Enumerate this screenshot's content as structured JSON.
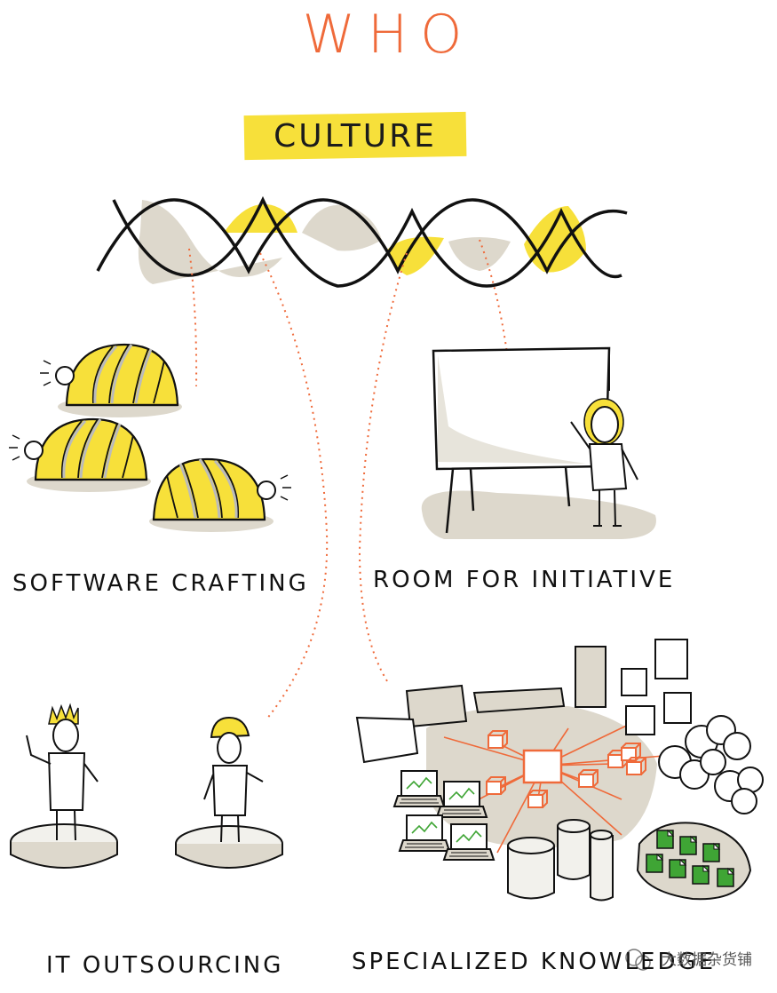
{
  "title": "WHO",
  "subtitle": "CULTURE",
  "sections": {
    "software_crafting": "SOFTWARE CRAFTING",
    "room_for_initiative": "ROOM FOR INITIATIVE",
    "it_outsourcing": "IT OUTSOURCING",
    "specialized_knowledge": "SPECIALIZED KNOWLEDGE"
  },
  "watermark": "大数据杂货铺",
  "colors": {
    "accent_orange": "#ef6a3a",
    "highlight_yellow": "#f7e03a",
    "shadow_grey": "#ddd8cc",
    "ink": "#111111",
    "doc_green": "#3fa535"
  }
}
